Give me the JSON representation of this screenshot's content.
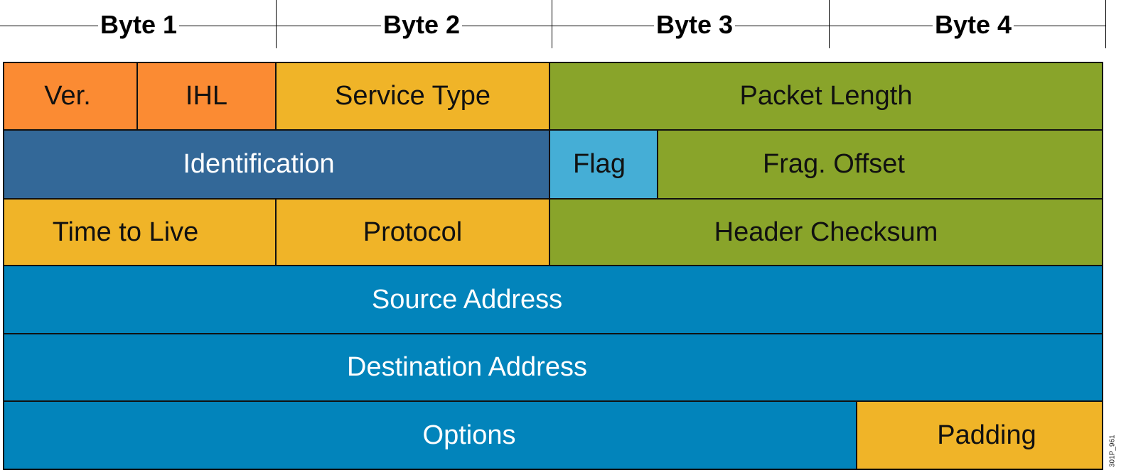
{
  "ruler": {
    "bytes": [
      "Byte 1",
      "Byte 2",
      "Byte 3",
      "Byte 4"
    ]
  },
  "fields": {
    "version": "Ver.",
    "ihl": "IHL",
    "service_type": "Service Type",
    "packet_length": "Packet Length",
    "identification": "Identification",
    "flag": "Flag",
    "frag_offset": "Frag. Offset",
    "time_to_live": "Time to Live",
    "protocol": "Protocol",
    "header_checksum": "Header Checksum",
    "source_address": "Source Address",
    "destination_address": "Destination Address",
    "options": "Options",
    "padding": "Padding"
  },
  "colors": {
    "orange": "#fb8b33",
    "yellow": "#f0b428",
    "olive": "#89a42a",
    "navy": "#336898",
    "sky": "#45aed6",
    "blue": "#0284bb"
  },
  "figure_id": "301P_961"
}
